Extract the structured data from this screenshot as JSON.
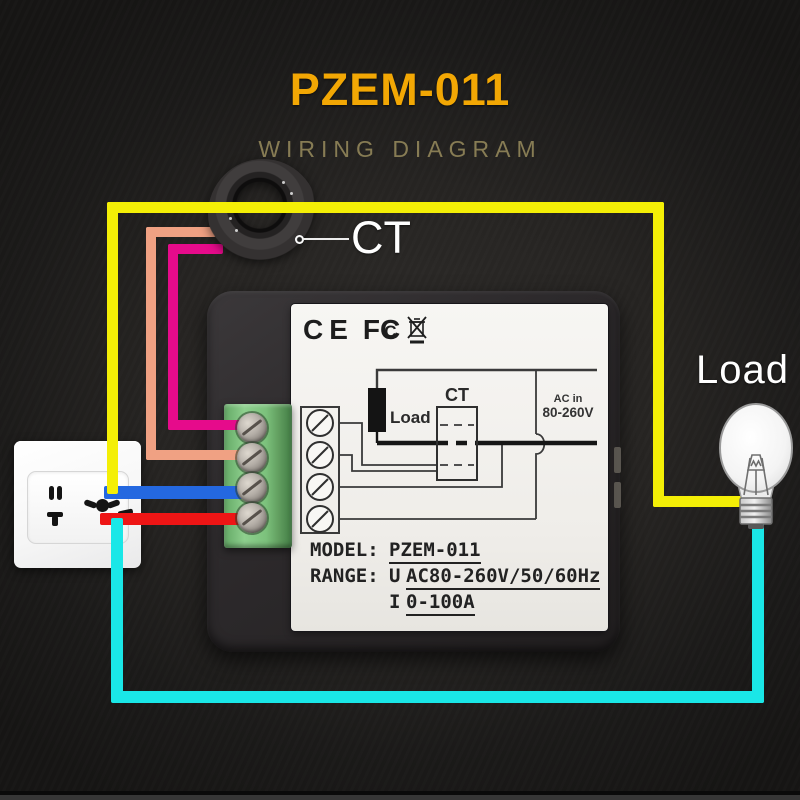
{
  "page": {
    "title": "PZEM-011",
    "subtitle": "WIRING DIAGRAM"
  },
  "annotations": {
    "ct_label": "CT",
    "load_label": "Load"
  },
  "device": {
    "marks": {
      "ce": "CE",
      "fcc_f": "F",
      "fcc_c": "C",
      "fcc_inner_c": "C"
    },
    "schematic": {
      "load_label": "Load",
      "ct_label": "CT",
      "ac_in_line1": "AC in",
      "ac_in_line2": "80-260V"
    },
    "nameplate": {
      "model_key": "MODEL:",
      "model_value": "PZEM-011",
      "range_key": "RANGE:",
      "voltage_prefix": "U",
      "voltage_value": "AC80-260V/50/60Hz",
      "current_prefix": "I",
      "current_value": "0-100A"
    }
  },
  "colors": {
    "title_accent": "#f2a704",
    "subtitle": "#877c54",
    "wire_yellow": "#f4ef06",
    "wire_orange": "#f0a183",
    "wire_magenta": "#e60b8b",
    "wire_blue": "#2468e0",
    "wire_red": "#ee1515",
    "wire_cyan": "#1ae7e7",
    "terminal_green": "#7cc17c",
    "background": "#232120"
  }
}
